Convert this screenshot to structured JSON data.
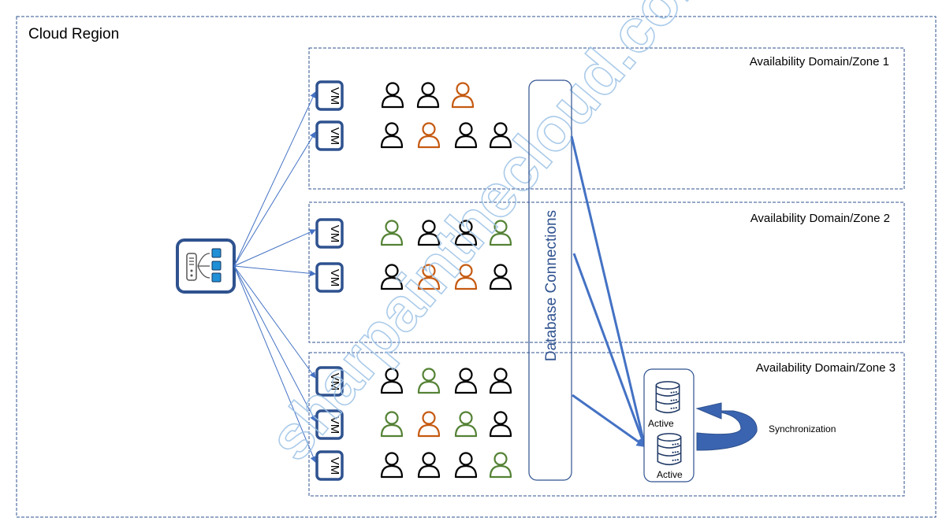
{
  "region": {
    "title": "Cloud Region"
  },
  "zones": [
    {
      "label": "Availability Domain/Zone 1",
      "vms": [
        {
          "label": "VM",
          "users": [
            "black",
            "black",
            "orange"
          ]
        },
        {
          "label": "VM",
          "users": [
            "black",
            "orange",
            "black",
            "black"
          ]
        }
      ]
    },
    {
      "label": "Availability Domain/Zone 2",
      "vms": [
        {
          "label": "VM",
          "users": [
            "green",
            "black",
            "black",
            "green"
          ]
        },
        {
          "label": "VM",
          "users": [
            "black",
            "orange",
            "orange",
            "black"
          ]
        }
      ]
    },
    {
      "label": "Availability Domain/Zone 3",
      "vms": [
        {
          "label": "VM",
          "users": [
            "black",
            "green",
            "black",
            "black"
          ]
        },
        {
          "label": "VM",
          "users": [
            "green",
            "orange",
            "green",
            "black"
          ]
        },
        {
          "label": "VM",
          "users": [
            "black",
            "black",
            "black",
            "green"
          ]
        }
      ]
    }
  ],
  "load_balancer": {
    "icon": "load-balancer-icon"
  },
  "db_connections": {
    "label": "Database Connections"
  },
  "databases": [
    {
      "label": "Active",
      "icon": "database-icon"
    },
    {
      "label": "Active",
      "icon": "database-icon"
    }
  ],
  "sync": {
    "label": "Synchronization",
    "icon": "sync-arrow-icon"
  },
  "watermark": {
    "text": "sharpainthecloud.com"
  },
  "colors": {
    "frame": "#2f528f",
    "arrow": "#4472c4",
    "user_black": "#000000",
    "user_orange": "#c55a11",
    "user_green": "#548235",
    "lb_squares": "#1f8fd6",
    "watermark": "#9dc3e6"
  }
}
